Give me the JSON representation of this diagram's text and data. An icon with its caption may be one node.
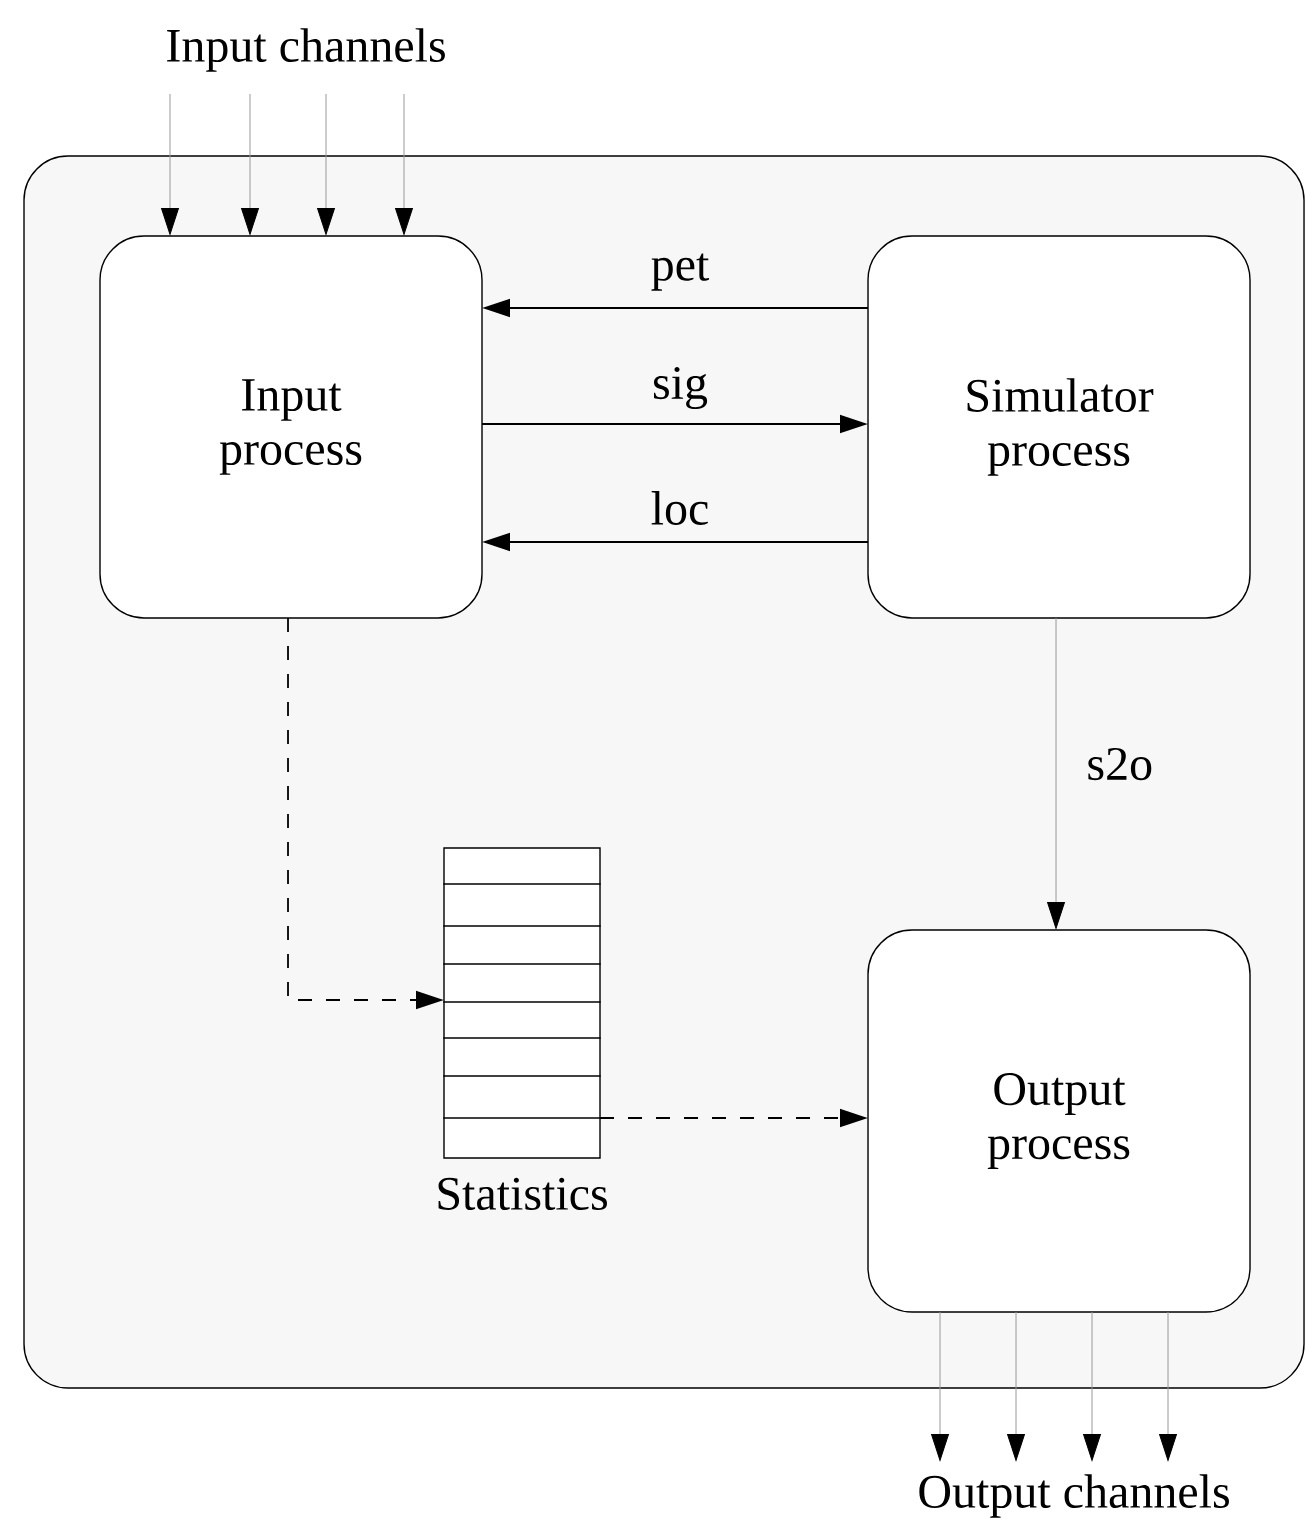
{
  "diagram": {
    "nodes": [
      {
        "text": [],
        "shape": "box"
      },
      {
        "text": [
          "Input process"
        ],
        "in": 0
      },
      {
        "text": [
          "Simulator process"
        ],
        "in": 0
      },
      {
        "text": [
          "Statistics"
        ],
        "in": 0
      },
      {
        "text": [
          "Output process"
        ],
        "in": 0
      },
      {
        "text": [
          "Input channels"
        ]
      },
      {
        "text": [
          "Output channels"
        ]
      }
    ],
    "edges": [
      {
        "from": 5,
        "to": 1,
        "arrow": "to"
      },
      {
        "from": 5,
        "to": 1,
        "arrow": "to"
      },
      {
        "from": 5,
        "to": 1,
        "arrow": "to"
      },
      {
        "from": 5,
        "to": 1,
        "arrow": "to"
      },
      {
        "from": 2,
        "to": 1,
        "arrow": "to",
        "label": "pet",
        "color": "#000000"
      },
      {
        "from": 1,
        "to": 2,
        "arrow": "to",
        "label": "sig",
        "color": "#000000"
      },
      {
        "from": 2,
        "to": 1,
        "arrow": "to",
        "label": "loc",
        "color": "#000000"
      },
      {
        "from": 2,
        "to": 4,
        "arrow": "to",
        "label": "s2o"
      },
      {
        "from": 1,
        "to": 3,
        "arrow": "to",
        "style": "dashed",
        "color": "#000000"
      },
      {
        "from": 3,
        "to": 4,
        "arrow": "to",
        "style": "dashed",
        "color": "#000000"
      },
      {
        "from": 4,
        "to": 6,
        "arrow": "to"
      },
      {
        "from": 4,
        "to": 6,
        "arrow": "to"
      },
      {
        "from": 4,
        "to": 6,
        "arrow": "to"
      },
      {
        "from": 4,
        "to": 6,
        "arrow": "to"
      }
    ]
  }
}
